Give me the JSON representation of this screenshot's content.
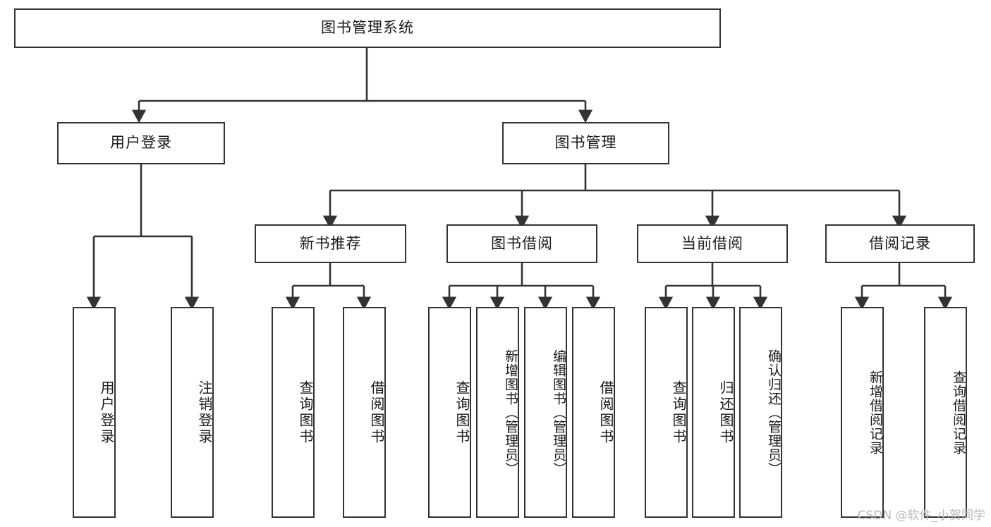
{
  "diagram": {
    "title": "图书管理系统",
    "type": "tree",
    "watermark": "CSDN @软件_小贺同学",
    "line_color": "#333333",
    "box_fill": "#ffffff",
    "text_color": "#1a1a1a",
    "root": {
      "id": "root",
      "label": "图书管理系统"
    },
    "level2": [
      {
        "id": "user-login",
        "label": "用户登录"
      },
      {
        "id": "book-manage",
        "label": "图书管理"
      }
    ],
    "level3": [
      {
        "id": "new-book-recommend",
        "label": "新书推荐",
        "parent": "book-manage"
      },
      {
        "id": "book-borrow",
        "label": "图书借阅",
        "parent": "book-manage"
      },
      {
        "id": "current-borrow",
        "label": "当前借阅",
        "parent": "book-manage"
      },
      {
        "id": "borrow-record",
        "label": "借阅记录",
        "parent": "book-manage"
      }
    ],
    "leaves": {
      "user-login": [
        {
          "id": "leaf-user-login",
          "label": "用户登录"
        },
        {
          "id": "leaf-user-logout",
          "label": "注销登录"
        }
      ],
      "new-book-recommend": [
        {
          "id": "leaf-query-book-1",
          "label": "查询图书"
        },
        {
          "id": "leaf-borrow-book-1",
          "label": "借阅图书"
        }
      ],
      "book-borrow": [
        {
          "id": "leaf-query-book-2",
          "label": "查询图书"
        },
        {
          "id": "leaf-add-book",
          "label": "新增图书（管理员）"
        },
        {
          "id": "leaf-edit-book",
          "label": "编辑图书（管理员）"
        },
        {
          "id": "leaf-borrow-book-2",
          "label": "借阅图书"
        }
      ],
      "current-borrow": [
        {
          "id": "leaf-query-book-3",
          "label": "查询图书"
        },
        {
          "id": "leaf-return-book",
          "label": "归还图书"
        },
        {
          "id": "leaf-confirm-return",
          "label": "确认归还（管理员）"
        }
      ],
      "borrow-record": [
        {
          "id": "leaf-add-record",
          "label": "新增借阅记录"
        },
        {
          "id": "leaf-query-record",
          "label": "查询借阅记录"
        }
      ]
    }
  }
}
